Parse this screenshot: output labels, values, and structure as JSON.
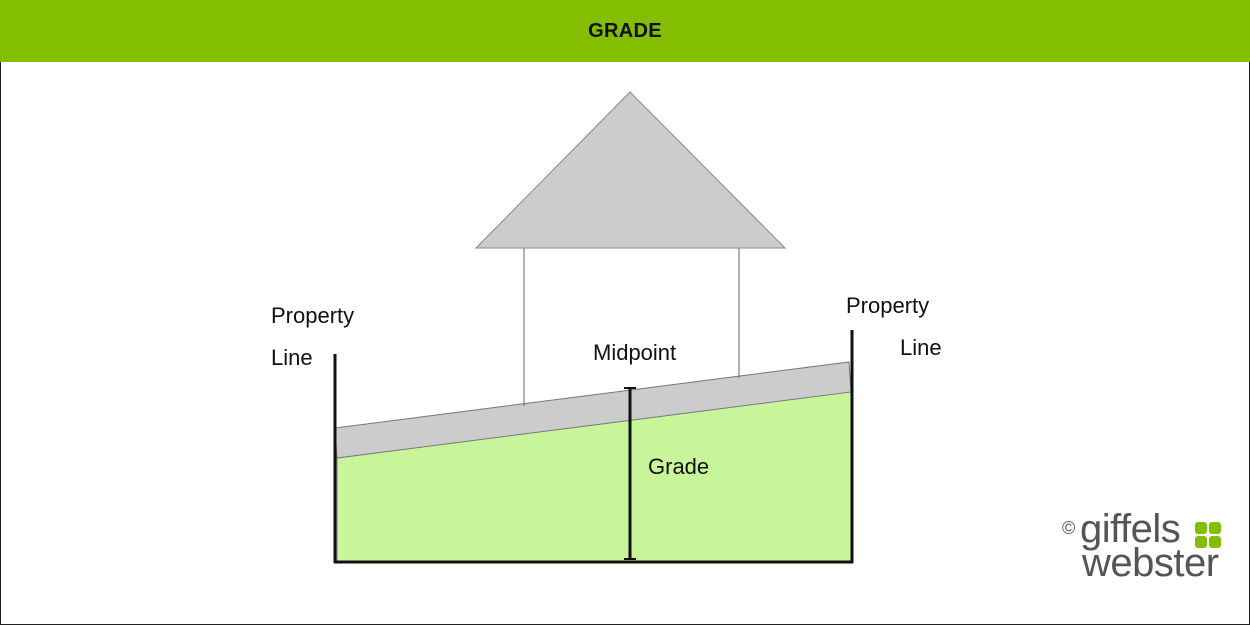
{
  "header": {
    "title": "GRADE"
  },
  "diagram": {
    "labels": {
      "property_line_left_1": "Property",
      "property_line_left_2": "Line",
      "property_line_right_1": "Property",
      "property_line_right_2": "Line",
      "midpoint": "Midpoint",
      "grade": "Grade"
    },
    "colors": {
      "header": "#83bf00",
      "roof": "#cccccc",
      "walkway": "#cccccc",
      "ground": "#c8f59a",
      "line": "#111111"
    }
  },
  "logo": {
    "copyright": "©",
    "word1": "giffels",
    "word2": "webster",
    "mark_color": "#83bf00"
  }
}
